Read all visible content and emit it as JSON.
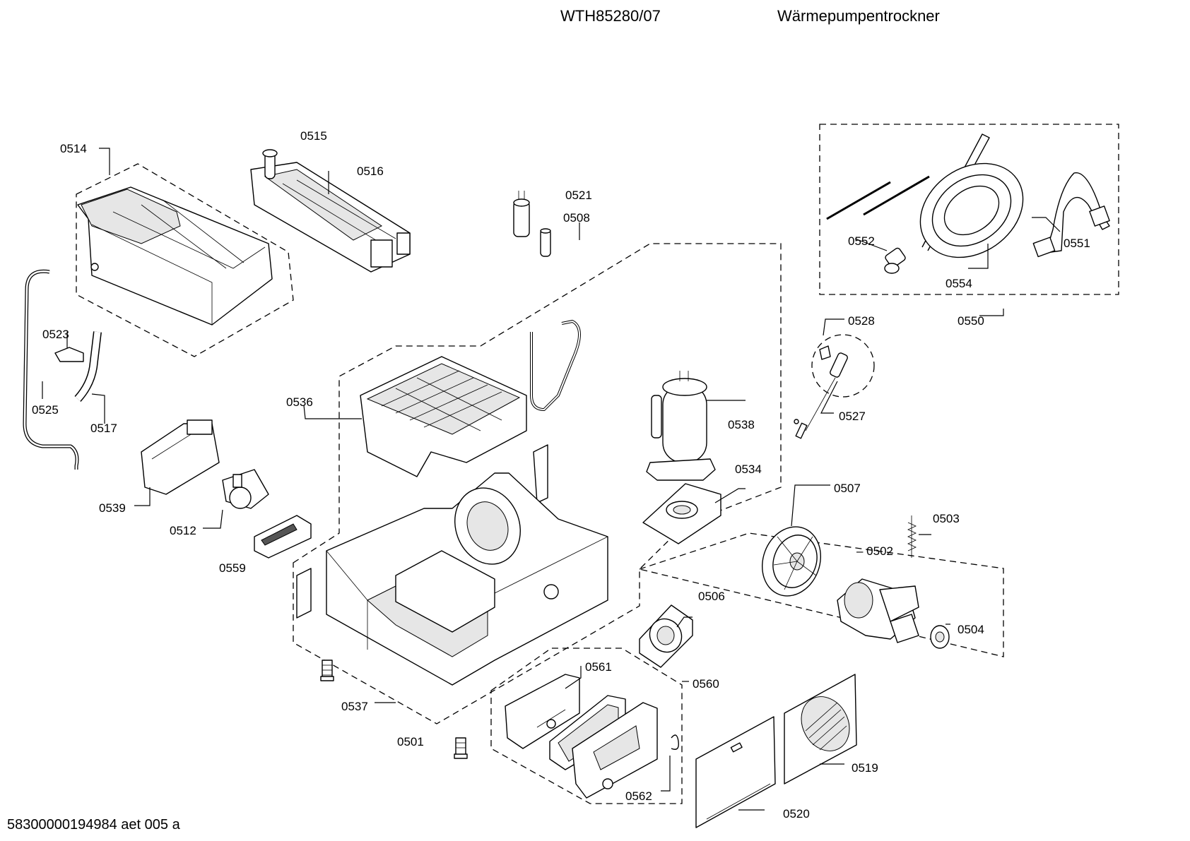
{
  "header": {
    "model": "WTH85280/07",
    "product": "Wärmepumpentrockner"
  },
  "footer": {
    "doc_id": "58300000194984 aet 005 a"
  },
  "parts": [
    {
      "id": "p0514",
      "label": "0514"
    },
    {
      "id": "p0515",
      "label": "0515"
    },
    {
      "id": "p0516",
      "label": "0516"
    },
    {
      "id": "p0521",
      "label": "0521"
    },
    {
      "id": "p0508",
      "label": "0508"
    },
    {
      "id": "p0552",
      "label": "0552"
    },
    {
      "id": "p0551",
      "label": "0551"
    },
    {
      "id": "p0554",
      "label": "0554"
    },
    {
      "id": "p0550",
      "label": "0550"
    },
    {
      "id": "p0528",
      "label": "0528"
    },
    {
      "id": "p0527",
      "label": "0527"
    },
    {
      "id": "p0523",
      "label": "0523"
    },
    {
      "id": "p0525",
      "label": "0525"
    },
    {
      "id": "p0517",
      "label": "0517"
    },
    {
      "id": "p0536",
      "label": "0536"
    },
    {
      "id": "p0538",
      "label": "0538"
    },
    {
      "id": "p0534",
      "label": "0534"
    },
    {
      "id": "p0539",
      "label": "0539"
    },
    {
      "id": "p0512",
      "label": "0512"
    },
    {
      "id": "p0559",
      "label": "0559"
    },
    {
      "id": "p0507",
      "label": "0507"
    },
    {
      "id": "p0503",
      "label": "0503"
    },
    {
      "id": "p0502",
      "label": "– 0502"
    },
    {
      "id": "p0506",
      "label": "0506"
    },
    {
      "id": "p0504",
      "label": "0504"
    },
    {
      "id": "p0561",
      "label": "0561"
    },
    {
      "id": "p0560",
      "label": "0560"
    },
    {
      "id": "p0537",
      "label": "0537"
    },
    {
      "id": "p0501",
      "label": "0501"
    },
    {
      "id": "p0519",
      "label": "0519"
    },
    {
      "id": "p0562",
      "label": "0562"
    },
    {
      "id": "p0520",
      "label": "0520"
    }
  ]
}
